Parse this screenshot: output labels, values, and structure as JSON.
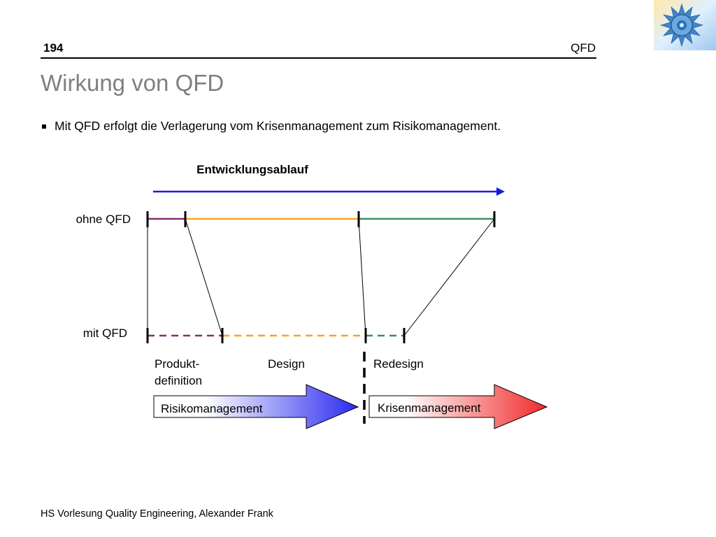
{
  "header": {
    "page_number": "194",
    "right_label": "QFD"
  },
  "title": "Wirkung von QFD",
  "bullet": "Mit QFD erfolgt die Verlagerung vom Krisenmanagement zum Risikomanagement.",
  "diagram": {
    "flow_label": "Entwicklungsablauf",
    "row_without": "ohne QFD",
    "row_with": "mit QFD",
    "phase_labels": [
      "Produkt-",
      "definition",
      "Design",
      "Redesign"
    ],
    "arrow_left_label": "Risikomanagement",
    "arrow_right_label": "Krisenmanagement",
    "colors": {
      "flow_arrow": "#1a1adb",
      "definition": "#8b2c6e",
      "design": "#f5a623",
      "redesign": "#3a8f60",
      "risk_gradient_end": "#2a2af0",
      "crisis_gradient_end": "#f02a2a"
    }
  },
  "footer": "HS Vorlesung Quality Engineering, Alexander Frank"
}
